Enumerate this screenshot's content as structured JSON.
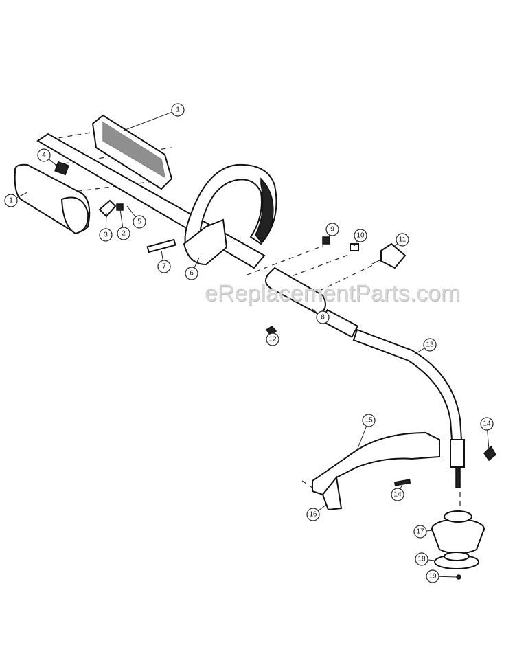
{
  "diagram": {
    "watermark": "eReplacementParts.com",
    "callouts": [
      "1",
      "1",
      "4",
      "3",
      "2",
      "5",
      "7",
      "6",
      "9",
      "10",
      "11",
      "8",
      "12",
      "13",
      "15",
      "14",
      "14",
      "16",
      "17",
      "18",
      "19"
    ]
  }
}
